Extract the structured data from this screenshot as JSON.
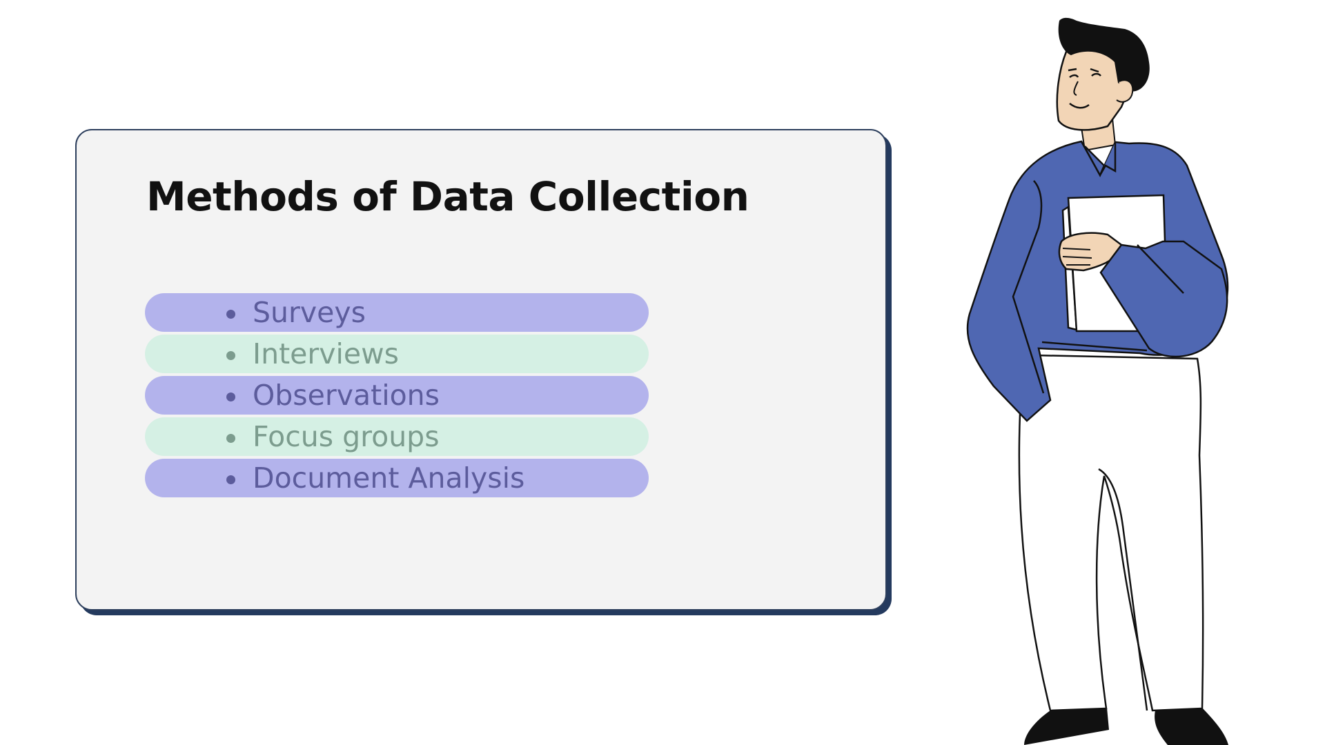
{
  "slide": {
    "title": "Methods of Data Collection",
    "methods": [
      {
        "label": "Surveys",
        "tone": "purple"
      },
      {
        "label": "Interviews",
        "tone": "mint"
      },
      {
        "label": "Observations",
        "tone": "purple"
      },
      {
        "label": "Focus groups",
        "tone": "mint"
      },
      {
        "label": "Document Analysis",
        "tone": "purple"
      }
    ]
  },
  "colors": {
    "card_background": "#f3f3f3",
    "card_border": "#2c3e5c",
    "pill_purple": "#b3b3ec",
    "pill_mint": "#d5f0e4",
    "text_purple": "#5c5c9c",
    "text_mint": "#7c9c8e",
    "sweater": "#4f67b2",
    "skin": "#f2d5b6",
    "hair": "#111111"
  },
  "illustration": {
    "icon": "person-holding-folder-illustration"
  }
}
